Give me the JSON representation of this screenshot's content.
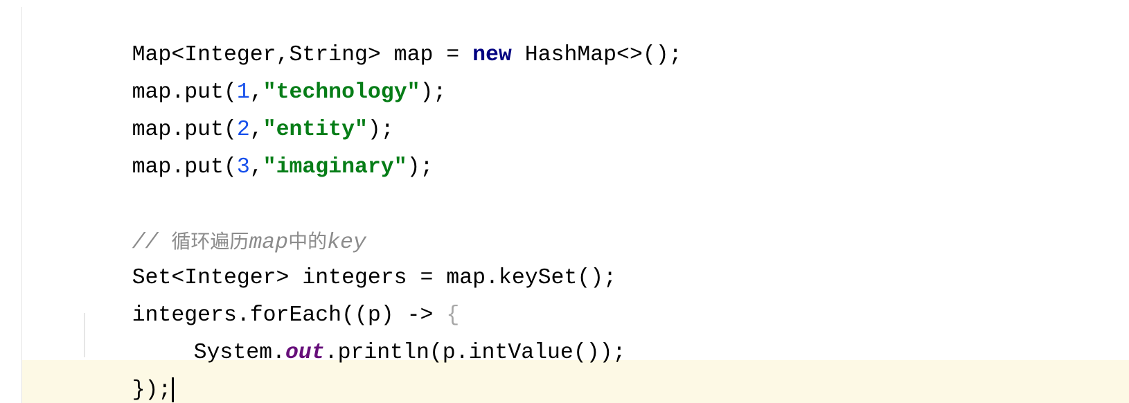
{
  "editor": {
    "lines": [
      {
        "id": "line-1",
        "tokens": [
          {
            "text": "Map<Integer,String> map = ",
            "type": "plain"
          },
          {
            "text": "new",
            "type": "keyword"
          },
          {
            "text": " HashMap<>();",
            "type": "plain"
          }
        ]
      },
      {
        "id": "line-2",
        "tokens": [
          {
            "text": "map.put(",
            "type": "plain"
          },
          {
            "text": "1",
            "type": "number"
          },
          {
            "text": ",",
            "type": "plain"
          },
          {
            "text": "\"technology\"",
            "type": "string"
          },
          {
            "text": ");",
            "type": "plain"
          }
        ]
      },
      {
        "id": "line-3",
        "tokens": [
          {
            "text": "map.put(",
            "type": "plain"
          },
          {
            "text": "2",
            "type": "number"
          },
          {
            "text": ",",
            "type": "plain"
          },
          {
            "text": "\"entity\"",
            "type": "string"
          },
          {
            "text": ");",
            "type": "plain"
          }
        ]
      },
      {
        "id": "line-4",
        "tokens": [
          {
            "text": "map.put(",
            "type": "plain"
          },
          {
            "text": "3",
            "type": "number"
          },
          {
            "text": ",",
            "type": "plain"
          },
          {
            "text": "\"imaginary\"",
            "type": "string"
          },
          {
            "text": ");",
            "type": "plain"
          }
        ]
      },
      {
        "id": "line-5",
        "comment": [
          "// ",
          "循环遍历",
          "map",
          "中的",
          "key"
        ]
      },
      {
        "id": "line-6",
        "tokens": [
          {
            "text": "Set<Integer> integers = map.keySet();",
            "type": "plain"
          }
        ]
      },
      {
        "id": "line-7",
        "tokens": [
          {
            "text": "integers.forEach((p) -> ",
            "type": "plain"
          },
          {
            "text": "{",
            "type": "brace"
          }
        ]
      },
      {
        "id": "line-8",
        "tokens": [
          {
            "text": "System.",
            "type": "plain"
          },
          {
            "text": "out",
            "type": "static-field"
          },
          {
            "text": ".println(p.intValue());",
            "type": "plain"
          }
        ]
      },
      {
        "id": "line-9",
        "tokens": [
          {
            "text": "});",
            "type": "plain"
          }
        ]
      }
    ],
    "colors": {
      "keyword": "#000080",
      "string": "#067d17",
      "number": "#1750eb",
      "comment": "#8c8c8c",
      "static_field": "#660e7a",
      "current_line": "#fdf9e5"
    }
  }
}
